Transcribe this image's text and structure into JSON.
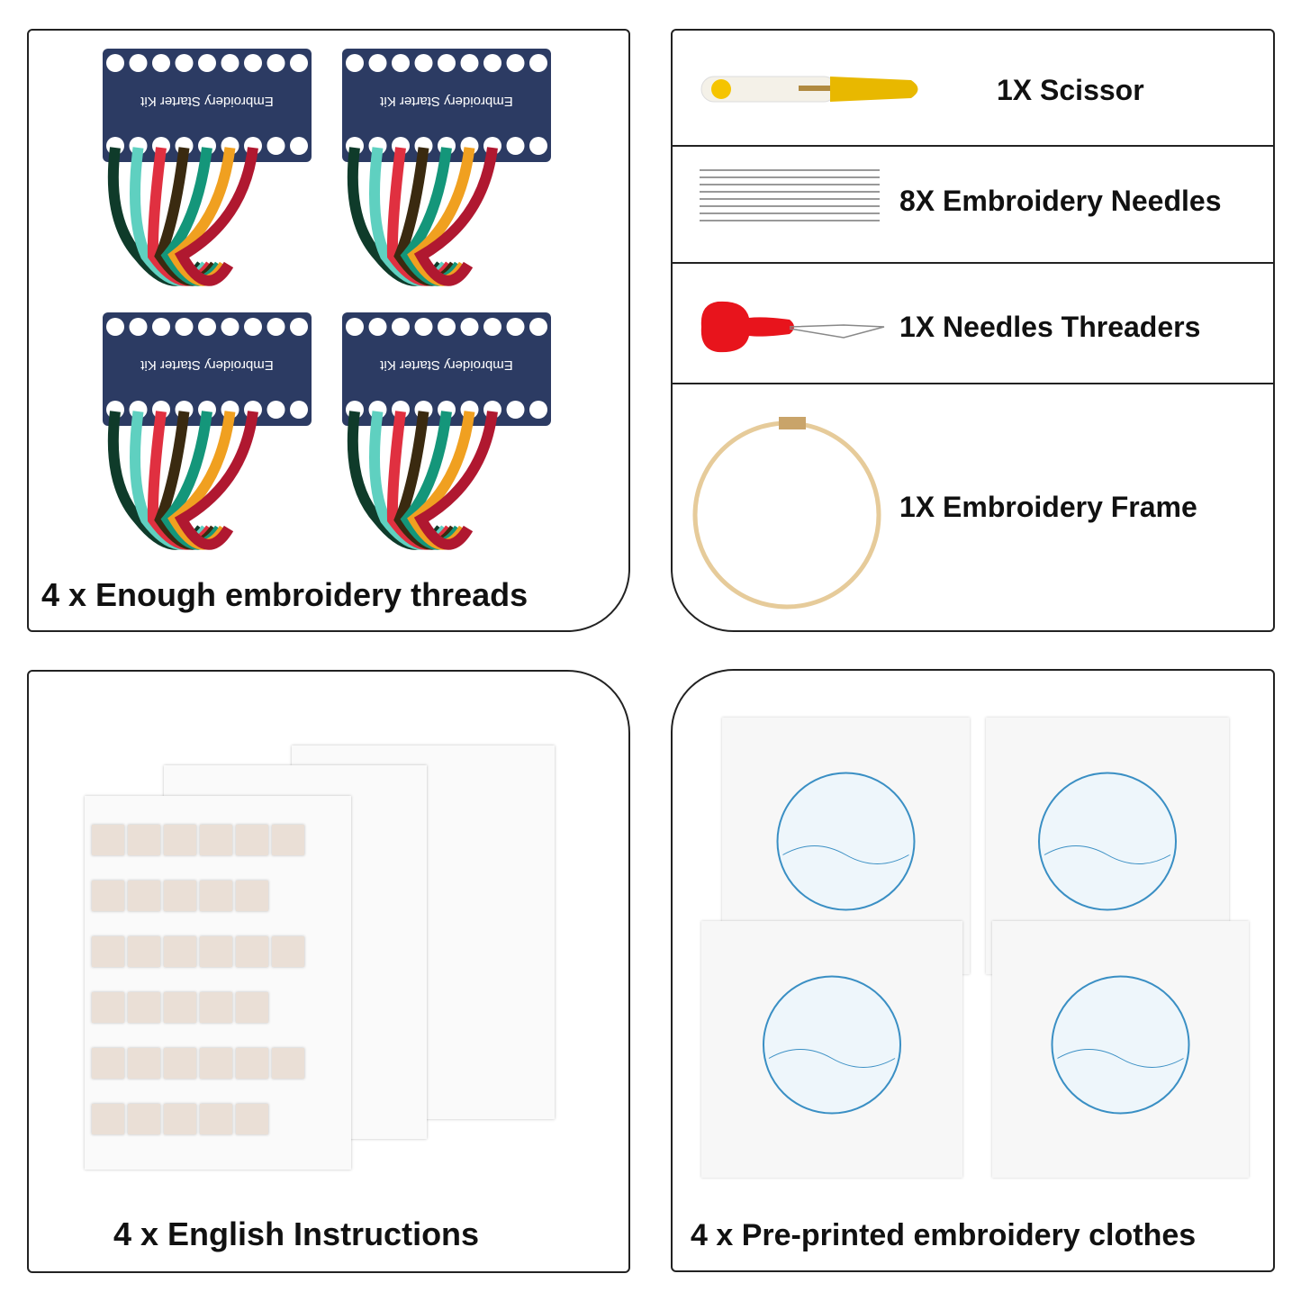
{
  "threads_panel": {
    "caption": "4 x Enough embroidery threads",
    "card_title": "Embroidery Starter Kit",
    "card_count": 4
  },
  "tools_panel": {
    "items": [
      {
        "label": "1X Scissor",
        "icon": "scissor-icon"
      },
      {
        "label": "8X Embroidery Needles",
        "icon": "needles-icon"
      },
      {
        "label": "1X Needles Threaders",
        "icon": "threader-icon"
      },
      {
        "label": "1X Embroidery Frame",
        "icon": "hoop-icon"
      }
    ]
  },
  "instructions_panel": {
    "caption": "4 x English Instructions"
  },
  "fabrics_panel": {
    "caption": "4 x Pre-printed embroidery clothes"
  },
  "colors": {
    "card": "#2c3b63",
    "pattern": "#3a8fc4",
    "threads": [
      "#0f3b2a",
      "#5fd0c0",
      "#e03040",
      "#3a2a10",
      "#14967a",
      "#f0a020",
      "#b01830"
    ]
  }
}
